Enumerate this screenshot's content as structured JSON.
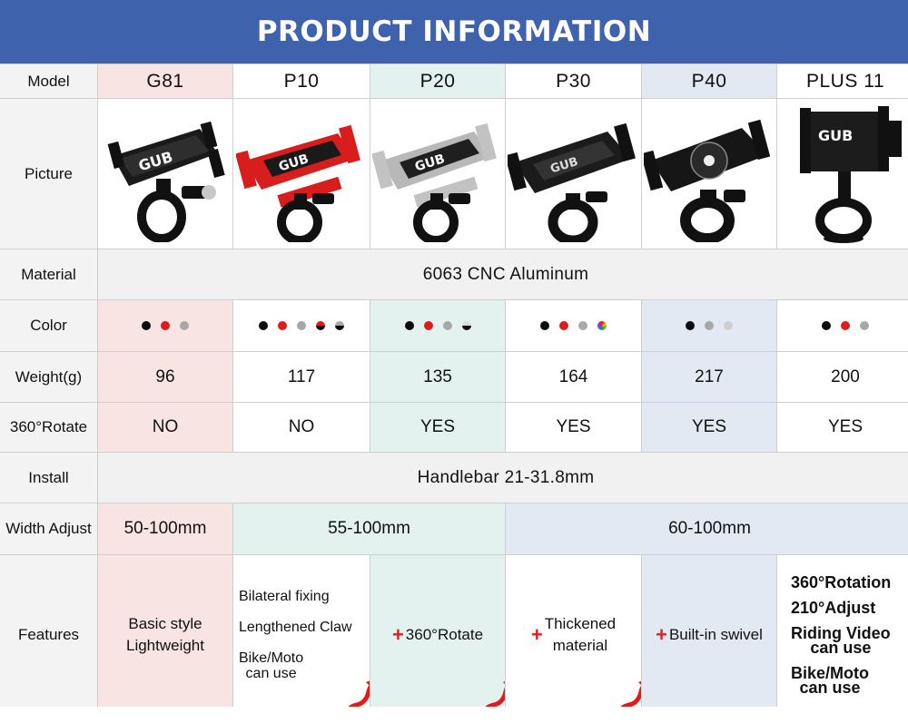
{
  "title": "PRODUCT INFORMATION",
  "row_labels": {
    "model": "Model",
    "picture": "Picture",
    "material": "Material",
    "color": "Color",
    "weight": "Weight(g)",
    "rotate": "360°Rotate",
    "install": "Install",
    "width": "Width Adjust",
    "features": "Features"
  },
  "models": [
    "G81",
    "P10",
    "P20",
    "P30",
    "P40",
    "PLUS 11"
  ],
  "material": "6063 CNC Aluminum",
  "install": "Handlebar 21-31.8mm",
  "weights": [
    "96",
    "117",
    "135",
    "164",
    "217",
    "200"
  ],
  "rotate": [
    "NO",
    "NO",
    "YES",
    "YES",
    "YES",
    "YES"
  ],
  "width_adjust": [
    "50-100mm",
    "55-100mm",
    "60-100mm"
  ],
  "colors": {
    "black": "#0d0d0d",
    "red": "#e01b1b",
    "silver": "#a8a8a8"
  },
  "features": {
    "g81": [
      "Basic style",
      "Lightweight"
    ],
    "p10": [
      "Bilateral fixing",
      "Lengthened Claw",
      "Bike/Moto",
      "can use"
    ],
    "p20": "360°Rotate",
    "p30": [
      "Thickened",
      "material"
    ],
    "p40": "Built-in swivel",
    "plus11": [
      "360°Rotation",
      "210°Adjust",
      "Riding Video",
      "can use",
      "Bike/Moto",
      "can use"
    ],
    "plus_sign": "+"
  },
  "icons": [
    "phone-holder-icon",
    "up-arrow-icon"
  ],
  "accent": "#3f62ad"
}
